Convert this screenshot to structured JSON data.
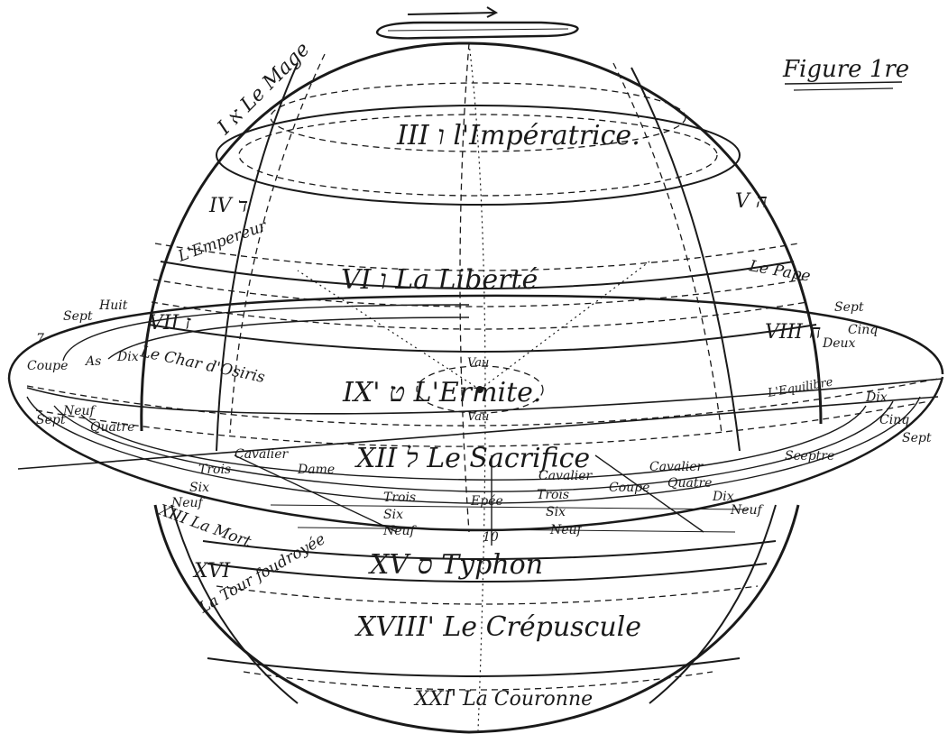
{
  "figure": {
    "label": "Figure 1re"
  },
  "bands": {
    "top": "III ו l'Impératrice.",
    "liberte": "VI ו La Liberté",
    "ermite": "IX' ט L'Ermite.",
    "sacrifice": "XII ל Le Sacrifice",
    "typhon": "XV ס Typhon",
    "crepuscule": "XVIII' Le Crépuscule",
    "couronne": "XXI' La Couronne"
  },
  "meridian_labels": {
    "mage": "I א Le Mage",
    "iv": "IV ד",
    "empereur": "L'Empereur",
    "v": "V ה",
    "pape": "Le Pape",
    "vii": "VII ז",
    "char": "Le Char d'Osiris",
    "viii": "VIII ח",
    "equilibre": "L'Equilibre",
    "mort": "XIII La Mort",
    "xvi": "XVI",
    "tour": "La Tour foudroyée"
  },
  "pole": {
    "vau": "Vau",
    "vau2": "Vau"
  },
  "ring_words": {
    "left": [
      "Sept",
      "Huit",
      "7",
      "Coupe",
      "As",
      "Dix",
      "Neuf",
      "Quatre",
      "Sept"
    ],
    "front": [
      "Cavalier",
      "Trois",
      "Six",
      "Neuf",
      "Dame",
      "Trois",
      "Six",
      "Neuf",
      "Epée",
      "10",
      "Cavalier",
      "Trois",
      "Six",
      "Neuf",
      "Coupe",
      "Cavalier",
      "Quatre",
      "Dix",
      "Neuf"
    ],
    "right": [
      "Sept",
      "Cinq",
      "Deux",
      "Dix",
      "Cinq",
      "Sceptre",
      "Sept"
    ]
  }
}
